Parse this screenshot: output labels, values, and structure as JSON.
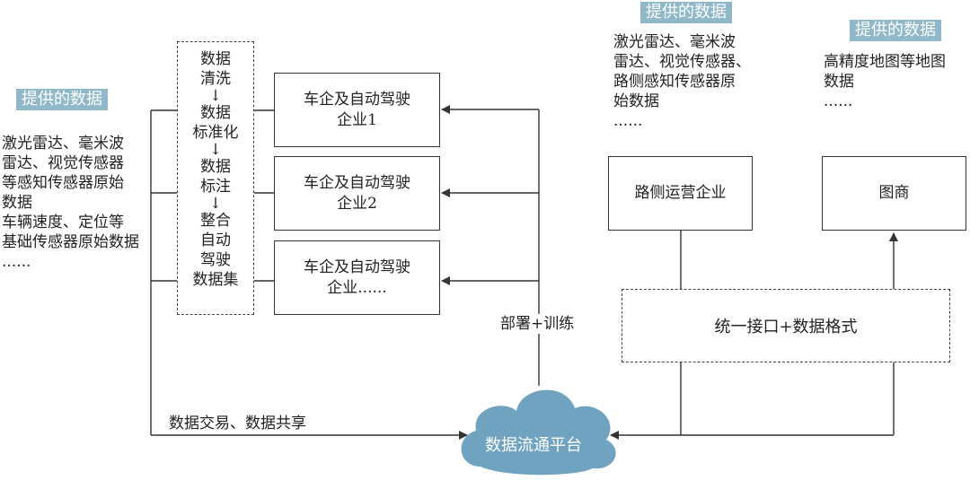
{
  "left_source": {
    "tag": "提供的数据",
    "lines": [
      "激光雷达、毫米波",
      "雷达、视觉传感器",
      "等感知传感器原始",
      "数据",
      "车辆速度、定位等",
      "基础传感器原始数据",
      "......"
    ]
  },
  "processing": {
    "steps": [
      {
        "lines": [
          "数据",
          "清洗"
        ]
      },
      {
        "lines": [
          "数据",
          "标准化"
        ]
      },
      {
        "lines": [
          "数据",
          "标注"
        ]
      },
      {
        "lines": [
          "整合",
          "自动",
          "驾驶",
          "数据集"
        ]
      }
    ],
    "arrow": "↓"
  },
  "companies": [
    {
      "lines": [
        "车企及自动驾驶",
        "企业1"
      ]
    },
    {
      "lines": [
        "车企及自动驾驶",
        "企业2"
      ]
    },
    {
      "lines": [
        "车企及自动驾驶",
        "企业......"
      ]
    }
  ],
  "deploy_label": "部署+训练",
  "trade_label": "数据交易、数据共享",
  "platform_label": "数据流通平台",
  "roadside": {
    "tag": "提供的数据",
    "lines": [
      "激光雷达、毫米波",
      "雷达、视觉传感器、",
      "路侧感知传感器原",
      "始数据",
      "......"
    ],
    "box_label": "路侧运营企业"
  },
  "map": {
    "tag": "提供的数据",
    "lines": [
      "高精度地图等地图",
      "数据",
      "......"
    ],
    "box_label": "图商"
  },
  "interface_label": "统一接口+数据格式",
  "colors": {
    "tag_bg": "#8fb8c9",
    "cloud": "#6fa3bf",
    "line": "#333333"
  }
}
